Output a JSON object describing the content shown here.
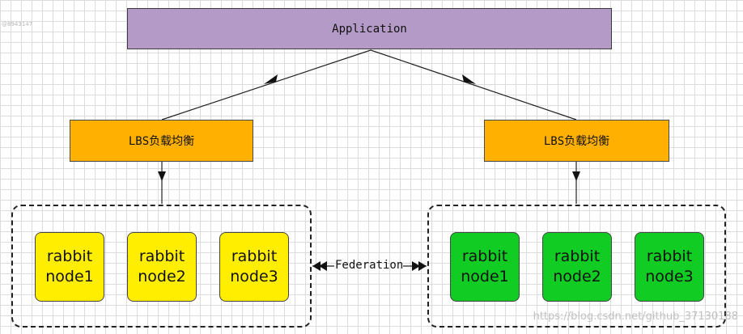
{
  "watermark_top": "@8943147",
  "watermark_bottom": "https://blog.csdn.net/github_37130188",
  "application": {
    "label": "Application"
  },
  "lbs_left": {
    "label": "LBS负载均衡"
  },
  "lbs_right": {
    "label": "LBS负载均衡"
  },
  "clusters": {
    "left": {
      "nodes": [
        {
          "line1": "rabbit",
          "line2": "node1"
        },
        {
          "line1": "rabbit",
          "line2": "node2"
        },
        {
          "line1": "rabbit",
          "line2": "node3"
        }
      ]
    },
    "right": {
      "nodes": [
        {
          "line1": "rabbit",
          "line2": "node1"
        },
        {
          "line1": "rabbit",
          "line2": "node2"
        },
        {
          "line1": "rabbit",
          "line2": "node3"
        }
      ]
    }
  },
  "federation": {
    "label": "Federation"
  },
  "colors": {
    "application": "#b49ac6",
    "lbs": "#ffb000",
    "left_nodes": "#ffee00",
    "right_nodes": "#11cc22"
  }
}
